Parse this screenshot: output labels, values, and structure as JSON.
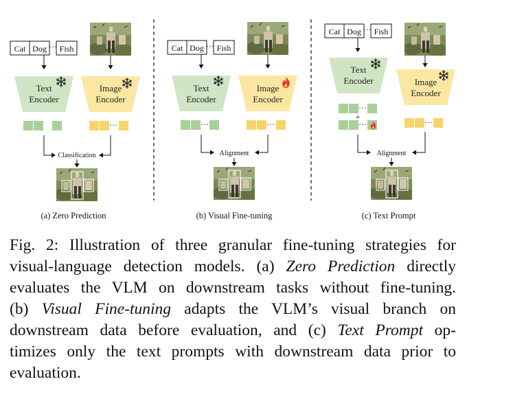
{
  "figure": {
    "panels": [
      {
        "tokens": [
          "Cat",
          "Dog",
          "Fish"
        ],
        "ellipsis": "···",
        "text_encoder": [
          "Text",
          "Encoder"
        ],
        "image_encoder": [
          "Image",
          "Encoder"
        ],
        "text_encoder_state": "frozen",
        "image_encoder_state": "frozen",
        "merge_label": "Classification",
        "caption": "(a) Zero Prediction"
      },
      {
        "tokens": [
          "Cat",
          "Dog",
          "Fish"
        ],
        "ellipsis": "···",
        "text_encoder": [
          "Text",
          "Encoder"
        ],
        "image_encoder": [
          "Image",
          "Encoder"
        ],
        "text_encoder_state": "frozen",
        "image_encoder_state": "trainable",
        "merge_label": "Alignment",
        "caption": "(b) Visual Fine-tuning"
      },
      {
        "tokens": [
          "Cat",
          "Dog",
          "Fish"
        ],
        "ellipsis": "···",
        "text_encoder": [
          "Text",
          "Encoder"
        ],
        "image_encoder": [
          "Image",
          "Encoder"
        ],
        "text_encoder_state": "frozen",
        "image_encoder_state": "frozen",
        "prompt_plus": "+",
        "merge_label": "Alignment",
        "caption": "(c) Text Prompt"
      }
    ],
    "colors": {
      "text_encoder": "#cfe5c4",
      "image_encoder": "#fbe7a3",
      "text_feature": "#a9cf9a",
      "image_feature": "#f7d46b",
      "flame": "#e8392b",
      "snowflake": "#222222"
    }
  },
  "caption": {
    "l1": "Fig. 2: Illustration of three granular fine-tuning strategies for",
    "l2a": "visual-language detection models. (a) ",
    "l2em": "Zero Prediction",
    "l2b": " directly",
    "l3": "evaluates the VLM on downstream tasks without fine-tuning.",
    "l4a": "(b) ",
    "l4em": "Visual Fine-tuning",
    "l4b": " adapts the VLM’s visual branch on",
    "l5a": "downstream data before evaluation, and (c) ",
    "l5em": "Text Prompt",
    "l5b": " op-",
    "l6": "timizes only the text prompts with downstream data prior to",
    "l7": "evaluation."
  }
}
